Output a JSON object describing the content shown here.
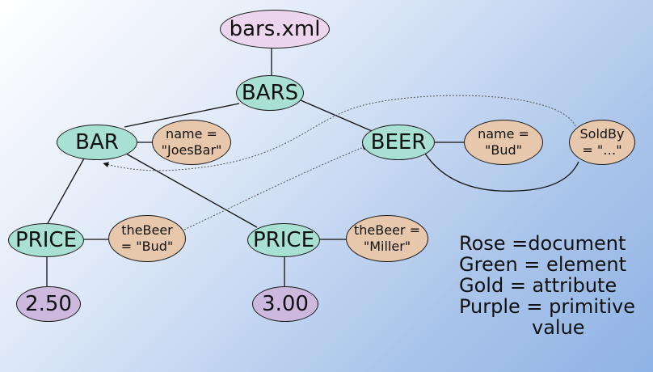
{
  "nodes": {
    "doc": "bars.xml",
    "bars": "BARS",
    "bar": "BAR",
    "beer": "BEER",
    "bar_name": "name =\n\"JoesBar\"",
    "beer_name": "name =\n\"Bud\"",
    "soldby": "SoldBy\n= \"…\"",
    "price1": "PRICE",
    "price1_attr": "theBeer\n= \"Bud\"",
    "price2": "PRICE",
    "price2_attr": "theBeer =\n\"Miller\"",
    "val1": "2.50",
    "val2": "3.00"
  },
  "legend": {
    "rose": "Rose =document",
    "green": "Green = element",
    "gold": "Gold = attribute",
    "purple": "Purple = primitive",
    "purple_cont": "value"
  },
  "colors": {
    "document": "#ecd6ee",
    "element": "#a8e0d3",
    "attribute": "#e7c8ad",
    "primitive": "#cdb8de"
  }
}
